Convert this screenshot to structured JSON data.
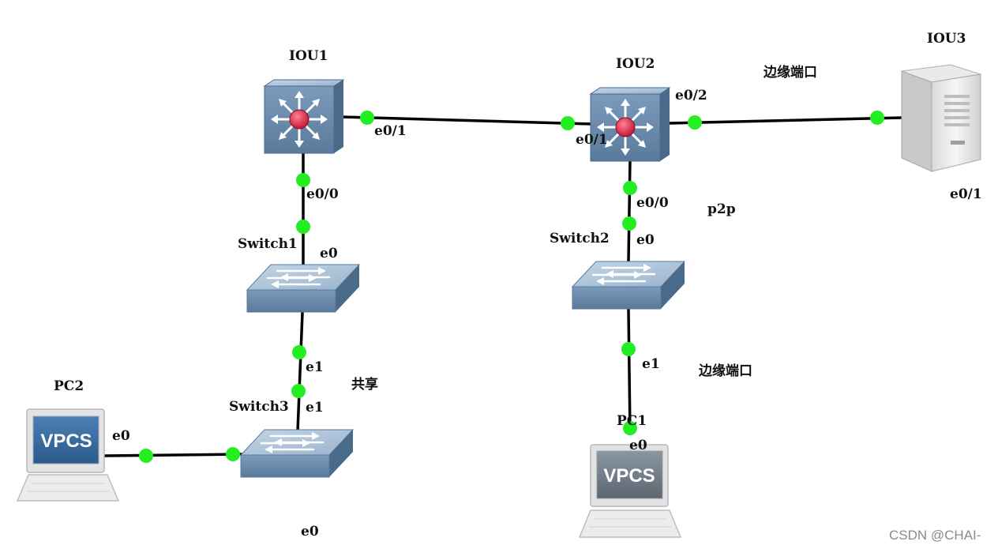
{
  "devices": {
    "iou1": "IOU1",
    "iou2": "IOU2",
    "iou3": "IOU3",
    "switch1": "Switch1",
    "switch2": "Switch2",
    "switch3": "Switch3",
    "pc1": "PC1",
    "pc2": "PC2",
    "vpcs_badge": "VPCS"
  },
  "ports": {
    "iou1_e01": "e0/1",
    "iou1_e00": "e0/0",
    "iou2_e01": "e0/1",
    "iou2_e02": "e0/2",
    "iou2_e00": "e0/0",
    "iou3_e01": "e0/1",
    "sw1_e0": "e0",
    "sw1_e1": "e1",
    "sw3_e1": "e1",
    "sw3_e0": "e0",
    "sw2_e0": "e0",
    "sw2_e1": "e1",
    "pc1_e0": "e0",
    "pc2_e0": "e0"
  },
  "annotations": {
    "edge_port_top": "边缘端口",
    "edge_port_bottom": "边缘端口",
    "p2p": "p2p",
    "shared": "共享"
  },
  "watermark": "CSDN @CHAI-",
  "colors": {
    "link": "#000000",
    "port_dot": "#22ee22",
    "device_body": "#6a8aaa",
    "router_core": "#e03050"
  }
}
